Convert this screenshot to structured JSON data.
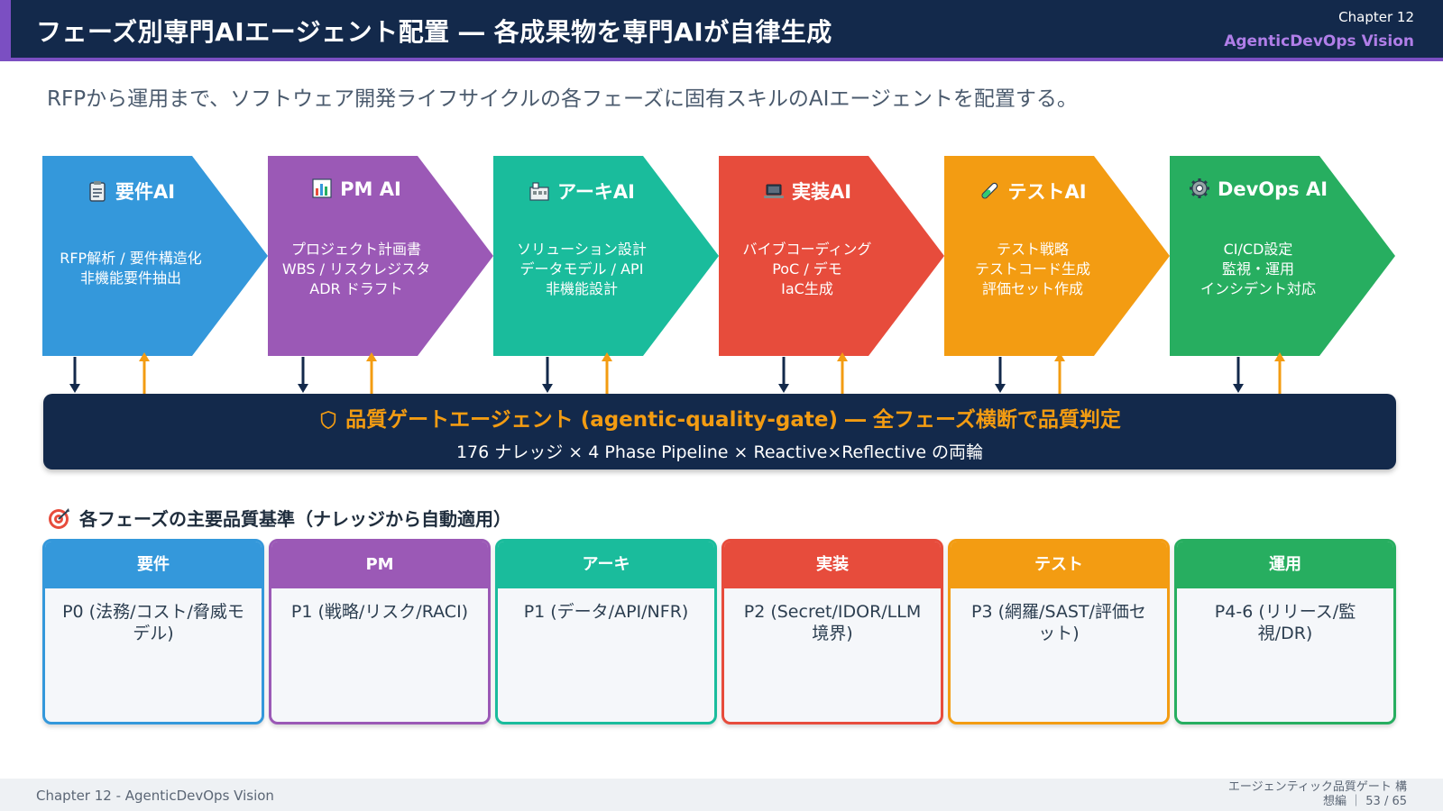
{
  "header": {
    "title": "フェーズ別専門AIエージェント配置 ― 各成果物を専門AIが自律生成",
    "chapter": "Chapter 12",
    "vision": "AgenticDevOps Vision"
  },
  "subtitle": "RFPから運用まで、ソフトウェア開発ライフサイクルの各フェーズに固有スキルのAIエージェントを配置する。",
  "phases": [
    {
      "icon": "clipboard-icon",
      "color": "#3498db",
      "title": "要件AI",
      "lines": [
        "RFP解析 / 要件構造化",
        "非機能要件抽出"
      ]
    },
    {
      "icon": "bar-chart-icon",
      "color": "#9b59b6",
      "title": "PM AI",
      "lines": [
        "プロジェクト計画書",
        "WBS / リスクレジスタ",
        "ADR ドラフト"
      ]
    },
    {
      "icon": "blueprint-icon",
      "color": "#1abc9c",
      "title": "アーキAI",
      "lines": [
        "ソリューション設計",
        "データモデル / API",
        "非機能設計"
      ]
    },
    {
      "icon": "laptop-icon",
      "color": "#e74c3c",
      "title": "実装AI",
      "lines": [
        "バイブコーディング",
        "PoC / デモ",
        "IaC生成"
      ]
    },
    {
      "icon": "test-tube-icon",
      "color": "#f39c12",
      "title": "テストAI",
      "lines": [
        "テスト戦略",
        "テストコード生成",
        "評価セット作成"
      ]
    },
    {
      "icon": "gear-icon",
      "color": "#27ae60",
      "title": "DevOps AI",
      "lines": [
        "CI/CD設定",
        "監視・運用",
        "インシデント対応"
      ]
    }
  ],
  "gate": {
    "title": "品質ゲートエージェント (agentic-quality-gate) ― 全フェーズ横断で品質判定",
    "subtitle": "176 ナレッジ × 4 Phase Pipeline × Reactive×Reflective の両輪",
    "down_arrow_color": "#13294b",
    "up_arrow_color": "#f39c12"
  },
  "criteria": {
    "heading": "各フェーズの主要品質基準（ナレッジから自動適用）",
    "cards": [
      {
        "label": "要件",
        "color": "#3498db",
        "text": "P0 (法務/コスト/脅威モデル)"
      },
      {
        "label": "PM",
        "color": "#9b59b6",
        "text": "P1 (戦略/リスク/RACI)"
      },
      {
        "label": "アーキ",
        "color": "#1abc9c",
        "text": "P1 (データ/API/NFR)"
      },
      {
        "label": "実装",
        "color": "#e74c3c",
        "text": "P2 (Secret/IDOR/LLM境界)"
      },
      {
        "label": "テスト",
        "color": "#f39c12",
        "text": "P3 (網羅/SAST/評価セット)"
      },
      {
        "label": "運用",
        "color": "#27ae60",
        "text": "P4-6 (リリース/監視/DR)"
      }
    ]
  },
  "footer": {
    "left": "Chapter 12 - AgenticDevOps Vision",
    "right_line1": "エージェンティック品質ゲート 構",
    "right_line2": "想編 ｜ 53 / 65"
  }
}
